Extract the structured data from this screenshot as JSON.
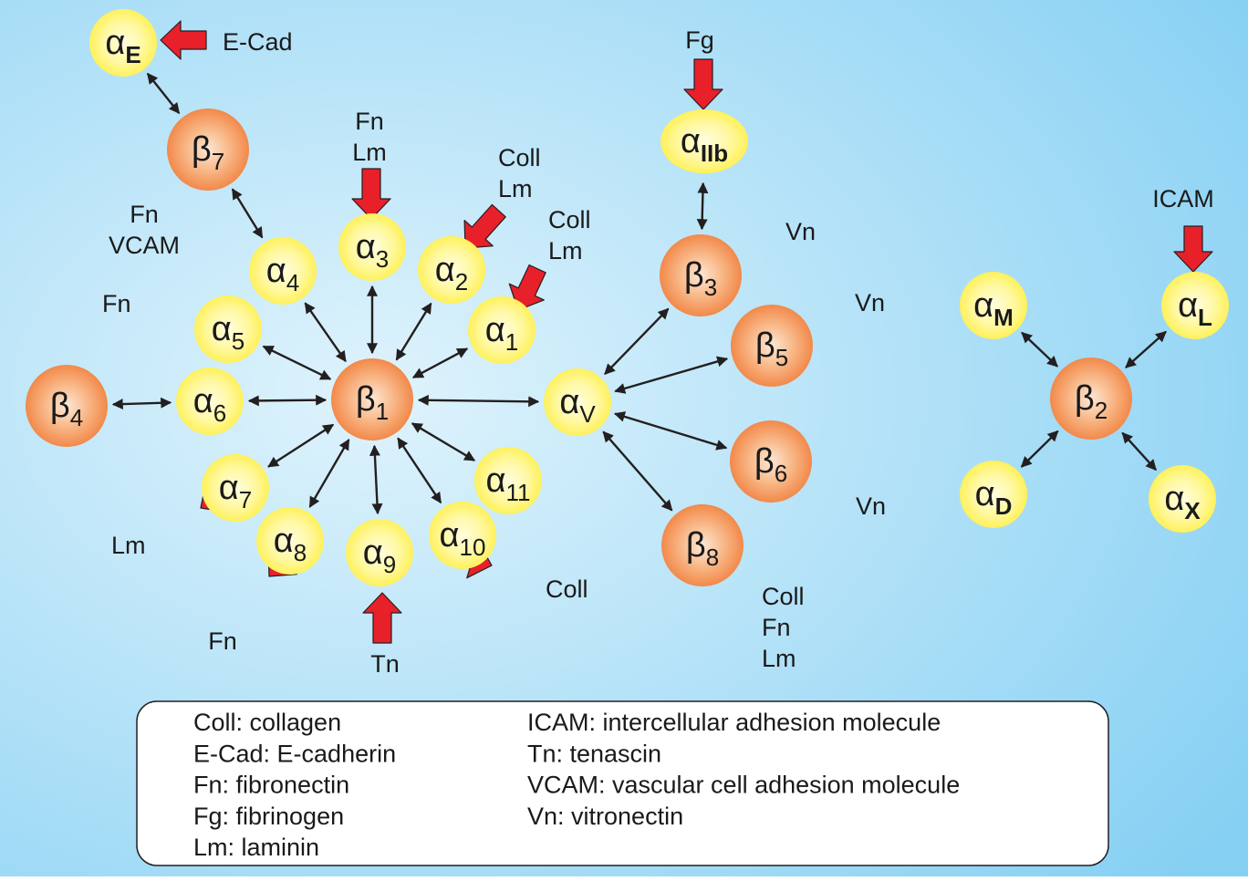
{
  "colors": {
    "alpha_fill": "#fff15a",
    "beta_fill": "#f2894a",
    "arrow_red": "#e8202a",
    "connector": "#231f20",
    "bg_light": "#dff3fc",
    "bg_dark": "#86d0f3"
  },
  "nodes": [
    {
      "id": "aE",
      "type": "alpha",
      "greek": "α",
      "sub": "E",
      "bold": true
    },
    {
      "id": "b7",
      "type": "beta",
      "greek": "β",
      "sub": "7",
      "bold": false
    },
    {
      "id": "a4",
      "type": "alpha",
      "greek": "α",
      "sub": "4",
      "bold": false
    },
    {
      "id": "a3",
      "type": "alpha",
      "greek": "α",
      "sub": "3",
      "bold": false
    },
    {
      "id": "a2",
      "type": "alpha",
      "greek": "α",
      "sub": "2",
      "bold": false
    },
    {
      "id": "a1",
      "type": "alpha",
      "greek": "α",
      "sub": "1",
      "bold": false
    },
    {
      "id": "a5",
      "type": "alpha",
      "greek": "α",
      "sub": "5",
      "bold": false
    },
    {
      "id": "b4",
      "type": "beta",
      "greek": "β",
      "sub": "4",
      "bold": false
    },
    {
      "id": "a6",
      "type": "alpha",
      "greek": "α",
      "sub": "6",
      "bold": false
    },
    {
      "id": "b1",
      "type": "beta",
      "greek": "β",
      "sub": "1",
      "bold": false
    },
    {
      "id": "a7",
      "type": "alpha",
      "greek": "α",
      "sub": "7",
      "bold": false
    },
    {
      "id": "a8",
      "type": "alpha",
      "greek": "α",
      "sub": "8",
      "bold": false
    },
    {
      "id": "a9",
      "type": "alpha",
      "greek": "α",
      "sub": "9",
      "bold": false
    },
    {
      "id": "a10",
      "type": "alpha",
      "greek": "α",
      "sub": "10",
      "bold": false
    },
    {
      "id": "a11",
      "type": "alpha",
      "greek": "α",
      "sub": "11",
      "bold": false
    },
    {
      "id": "aV",
      "type": "alpha",
      "greek": "α",
      "sub": "V",
      "bold": false
    },
    {
      "id": "aIIb",
      "type": "alpha",
      "greek": "α",
      "sub": "IIb",
      "bold": true
    },
    {
      "id": "b3",
      "type": "beta",
      "greek": "β",
      "sub": "3",
      "bold": false
    },
    {
      "id": "b5",
      "type": "beta",
      "greek": "β",
      "sub": "5",
      "bold": false
    },
    {
      "id": "b6",
      "type": "beta",
      "greek": "β",
      "sub": "6",
      "bold": false
    },
    {
      "id": "b8",
      "type": "beta",
      "greek": "β",
      "sub": "8",
      "bold": false
    },
    {
      "id": "aM",
      "type": "alpha",
      "greek": "α",
      "sub": "M",
      "bold": true
    },
    {
      "id": "aL",
      "type": "alpha",
      "greek": "α",
      "sub": "L",
      "bold": true
    },
    {
      "id": "b2",
      "type": "beta",
      "greek": "β",
      "sub": "2",
      "bold": false
    },
    {
      "id": "aD",
      "type": "alpha",
      "greek": "α",
      "sub": "D",
      "bold": true
    },
    {
      "id": "aX",
      "type": "alpha",
      "greek": "α",
      "sub": "X",
      "bold": true
    }
  ],
  "edges": [
    [
      "aE",
      "b7"
    ],
    [
      "b7",
      "a4"
    ],
    [
      "b1",
      "a4"
    ],
    [
      "b1",
      "a3"
    ],
    [
      "b1",
      "a2"
    ],
    [
      "b1",
      "a1"
    ],
    [
      "b1",
      "a5"
    ],
    [
      "b1",
      "a6"
    ],
    [
      "b4",
      "a6"
    ],
    [
      "b1",
      "a7"
    ],
    [
      "b1",
      "a8"
    ],
    [
      "b1",
      "a9"
    ],
    [
      "b1",
      "a10"
    ],
    [
      "b1",
      "a11"
    ],
    [
      "b1",
      "aV"
    ],
    [
      "aV",
      "b3"
    ],
    [
      "aV",
      "b5"
    ],
    [
      "aV",
      "b6"
    ],
    [
      "aV",
      "b8"
    ],
    [
      "aIIb",
      "b3"
    ],
    [
      "b2",
      "aM"
    ],
    [
      "b2",
      "aL"
    ],
    [
      "b2",
      "aD"
    ],
    [
      "b2",
      "aX"
    ]
  ],
  "ligands": [
    {
      "id": "ecad",
      "target": "aE",
      "lines": [
        "E-Cad"
      ]
    },
    {
      "id": "fg",
      "target": "aIIb",
      "lines": [
        "Fg"
      ]
    },
    {
      "id": "a3-lig",
      "target": "a3",
      "lines": [
        "Fn",
        "Lm"
      ]
    },
    {
      "id": "a2-lig",
      "target": "a2",
      "lines": [
        "Coll",
        "Lm"
      ]
    },
    {
      "id": "a1-lig",
      "target": "a1",
      "lines": [
        "Coll",
        "Lm"
      ]
    },
    {
      "id": "a4-lig",
      "target": "a4",
      "lines": [
        "Fn",
        "VCAM"
      ]
    },
    {
      "id": "a5-lig",
      "target": "a5",
      "lines": [
        "Fn"
      ]
    },
    {
      "id": "b3-lig",
      "target": "b3",
      "lines": [
        "Vn"
      ]
    },
    {
      "id": "b5-lig",
      "target": "b5",
      "lines": [
        "Vn"
      ]
    },
    {
      "id": "icam",
      "target": "aL",
      "lines": [
        "ICAM"
      ]
    },
    {
      "id": "a7-lig",
      "target": "a7",
      "lines": [
        "Lm"
      ]
    },
    {
      "id": "a8-lig",
      "target": "a8",
      "lines": [
        "Fn"
      ]
    },
    {
      "id": "a9-lig",
      "target": "a9",
      "lines": [
        "Tn"
      ]
    },
    {
      "id": "a10-a11-lig",
      "target": "a10",
      "lines": [
        "Coll"
      ]
    },
    {
      "id": "b6-lig",
      "target": "b6",
      "lines": [
        "Vn"
      ]
    },
    {
      "id": "b8-lig",
      "target": "b8",
      "lines": [
        "Coll",
        "Fn",
        "Lm"
      ]
    }
  ],
  "legend": {
    "left": [
      "Coll: collagen",
      "E-Cad: E-cadherin",
      "Fn: fibronectin",
      "Fg: fibrinogen",
      "Lm: laminin"
    ],
    "right": [
      "ICAM: intercellular adhesion molecule",
      "Tn: tenascin",
      "VCAM: vascular cell adhesion molecule",
      "Vn: vitronectin"
    ]
  }
}
